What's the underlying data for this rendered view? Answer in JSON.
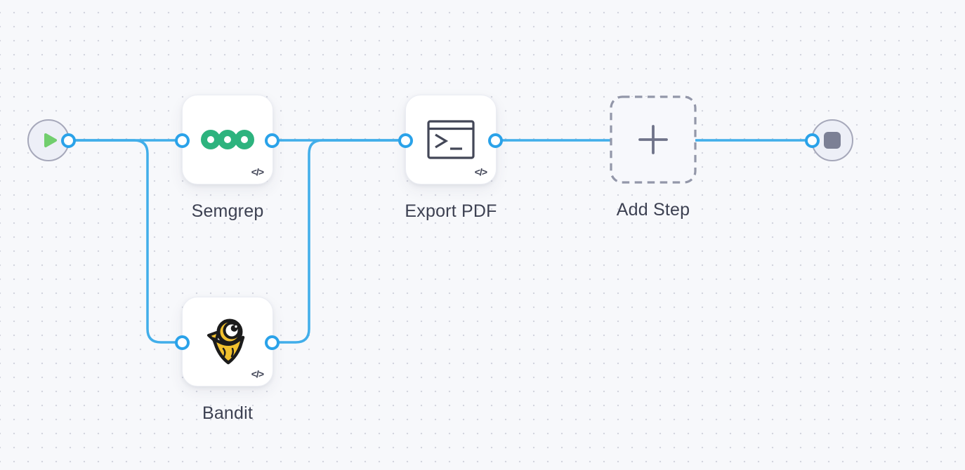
{
  "ui": {
    "code_badge": "</>"
  },
  "colors": {
    "canvas_background": "#f7f8fb",
    "grid_dot": "#d3d5df",
    "connector_blue": "#41aeea",
    "port_ring_blue": "#2aa2e9",
    "play_green": "#71ce6e",
    "stop_gray": "#7c8095",
    "semgrep_green": "#2db37e",
    "bandit_yellow": "#f2c12e",
    "label_text": "#3d4152"
  },
  "workflow": {
    "start": {
      "icon": "play-icon"
    },
    "end": {
      "icon": "stop-icon"
    },
    "steps": [
      {
        "id": "semgrep",
        "label": "Semgrep",
        "icon": "semgrep-logo",
        "type": "code-step"
      },
      {
        "id": "bandit",
        "label": "Bandit",
        "icon": "bandit-logo",
        "type": "code-step"
      },
      {
        "id": "export-pdf",
        "label": "Export PDF",
        "icon": "terminal-icon",
        "type": "code-step"
      },
      {
        "id": "add-step",
        "label": "Add Step",
        "icon": "plus-icon",
        "type": "placeholder"
      }
    ],
    "connections": [
      {
        "from": "start",
        "to": "semgrep"
      },
      {
        "from": "start",
        "to": "bandit"
      },
      {
        "from": "semgrep",
        "to": "export-pdf"
      },
      {
        "from": "bandit",
        "to": "export-pdf"
      },
      {
        "from": "export-pdf",
        "to": "end"
      }
    ]
  }
}
